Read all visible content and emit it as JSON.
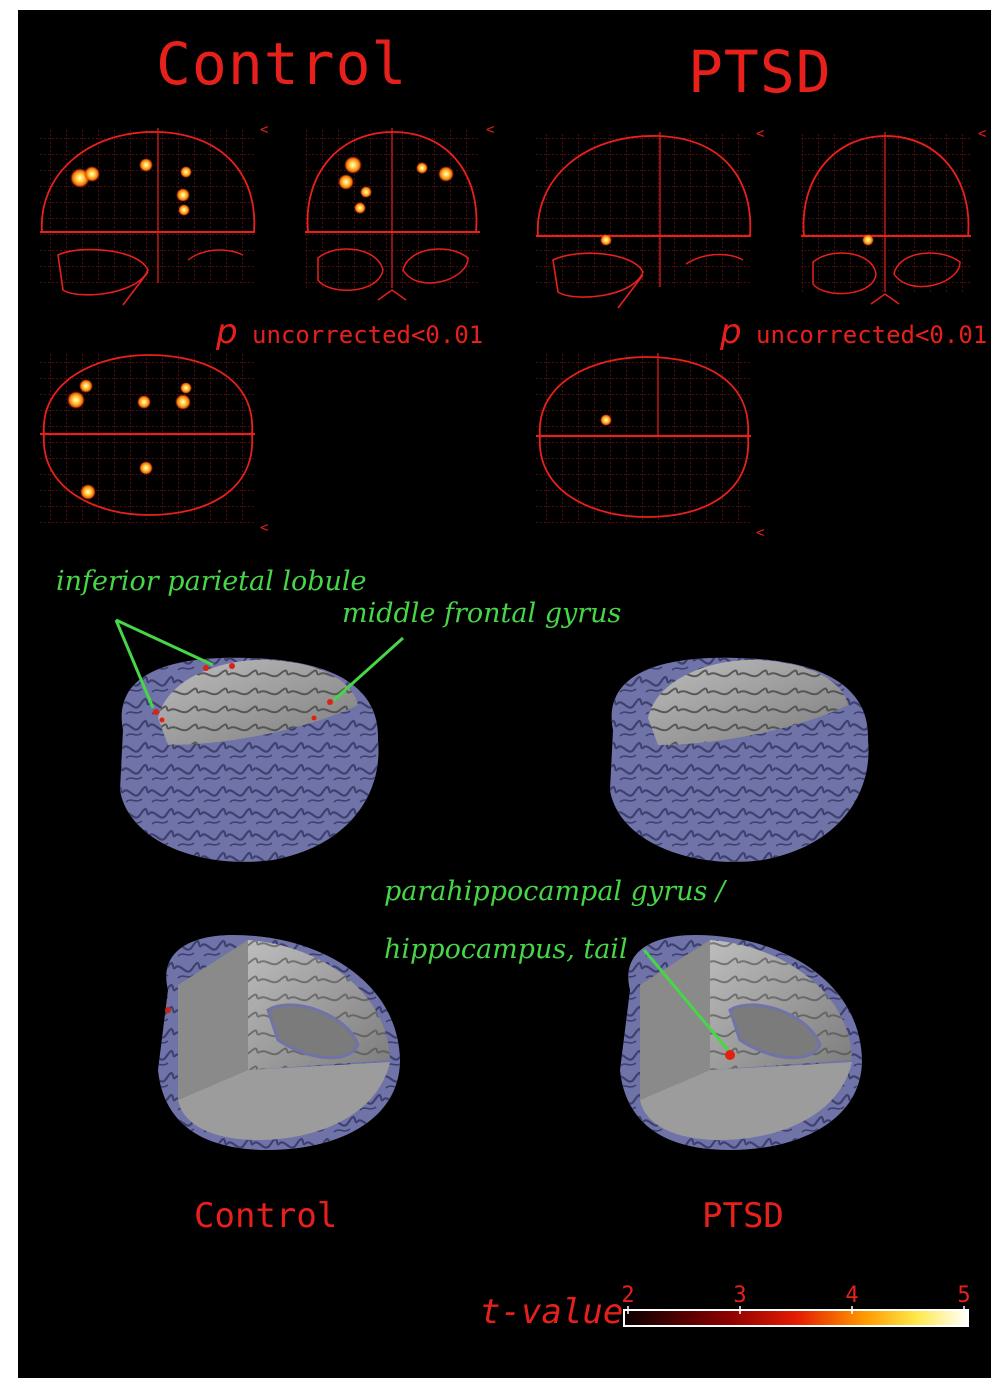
{
  "titles": {
    "control": "Control",
    "ptsd": "PTSD"
  },
  "thresholds": {
    "control": {
      "p": "p",
      "rest": " uncorrected<0.01"
    },
    "ptsd": {
      "p": "p",
      "rest": " uncorrected<0.01"
    }
  },
  "glass_marker": "<",
  "labels": {
    "ipl": "inferior parietal lobule",
    "mfg": "middle frontal gyrus",
    "phg1": "parahippocampal gyrus /",
    "phg2": "hippocampus, tail"
  },
  "bottom": {
    "control": "Control",
    "ptsd": "PTSD"
  },
  "colorbar": {
    "label": "t-value",
    "ticks": [
      "2",
      "3",
      "4",
      "5"
    ],
    "min": 2,
    "max": 5
  },
  "colors": {
    "glass": "#e8201c",
    "label_green": "#47d647",
    "brain_blue": "#6f73a8",
    "cortex_gray": "#9a9a9a"
  }
}
